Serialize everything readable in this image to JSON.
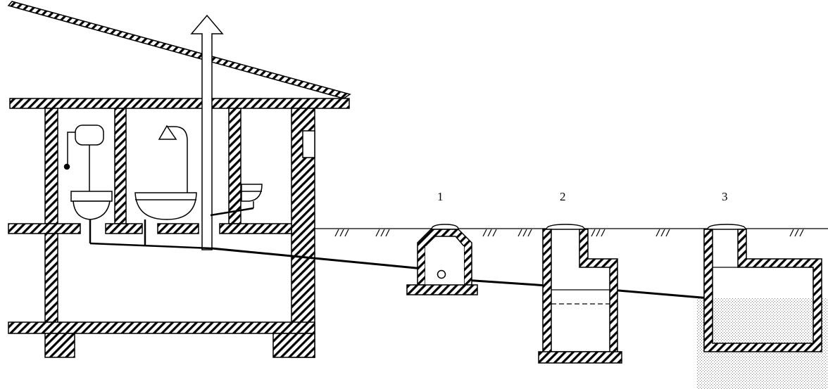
{
  "labels": {
    "chamber_1": "1",
    "chamber_2": "2",
    "chamber_3": "3"
  },
  "colors": {
    "ink": "#000000",
    "background": "#ffffff",
    "soil_dots": "#8a8a8a"
  }
}
